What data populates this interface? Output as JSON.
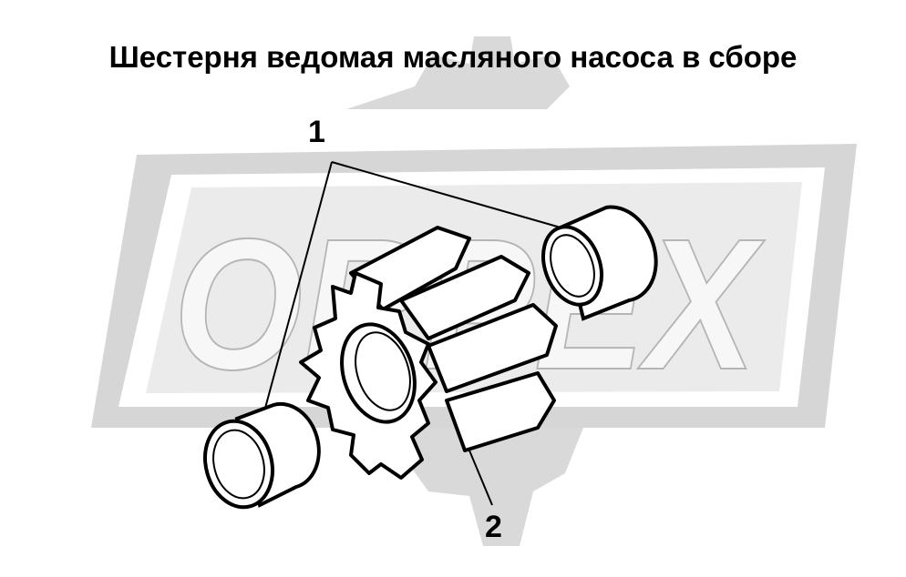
{
  "title": "Шестерня ведомая масляного насоса в сборе",
  "watermark": {
    "text": "ORPEX",
    "color": "#d4d4d4"
  },
  "callouts": [
    {
      "label": "1",
      "part": "bushing"
    },
    {
      "label": "2",
      "part": "driven-gear"
    }
  ]
}
